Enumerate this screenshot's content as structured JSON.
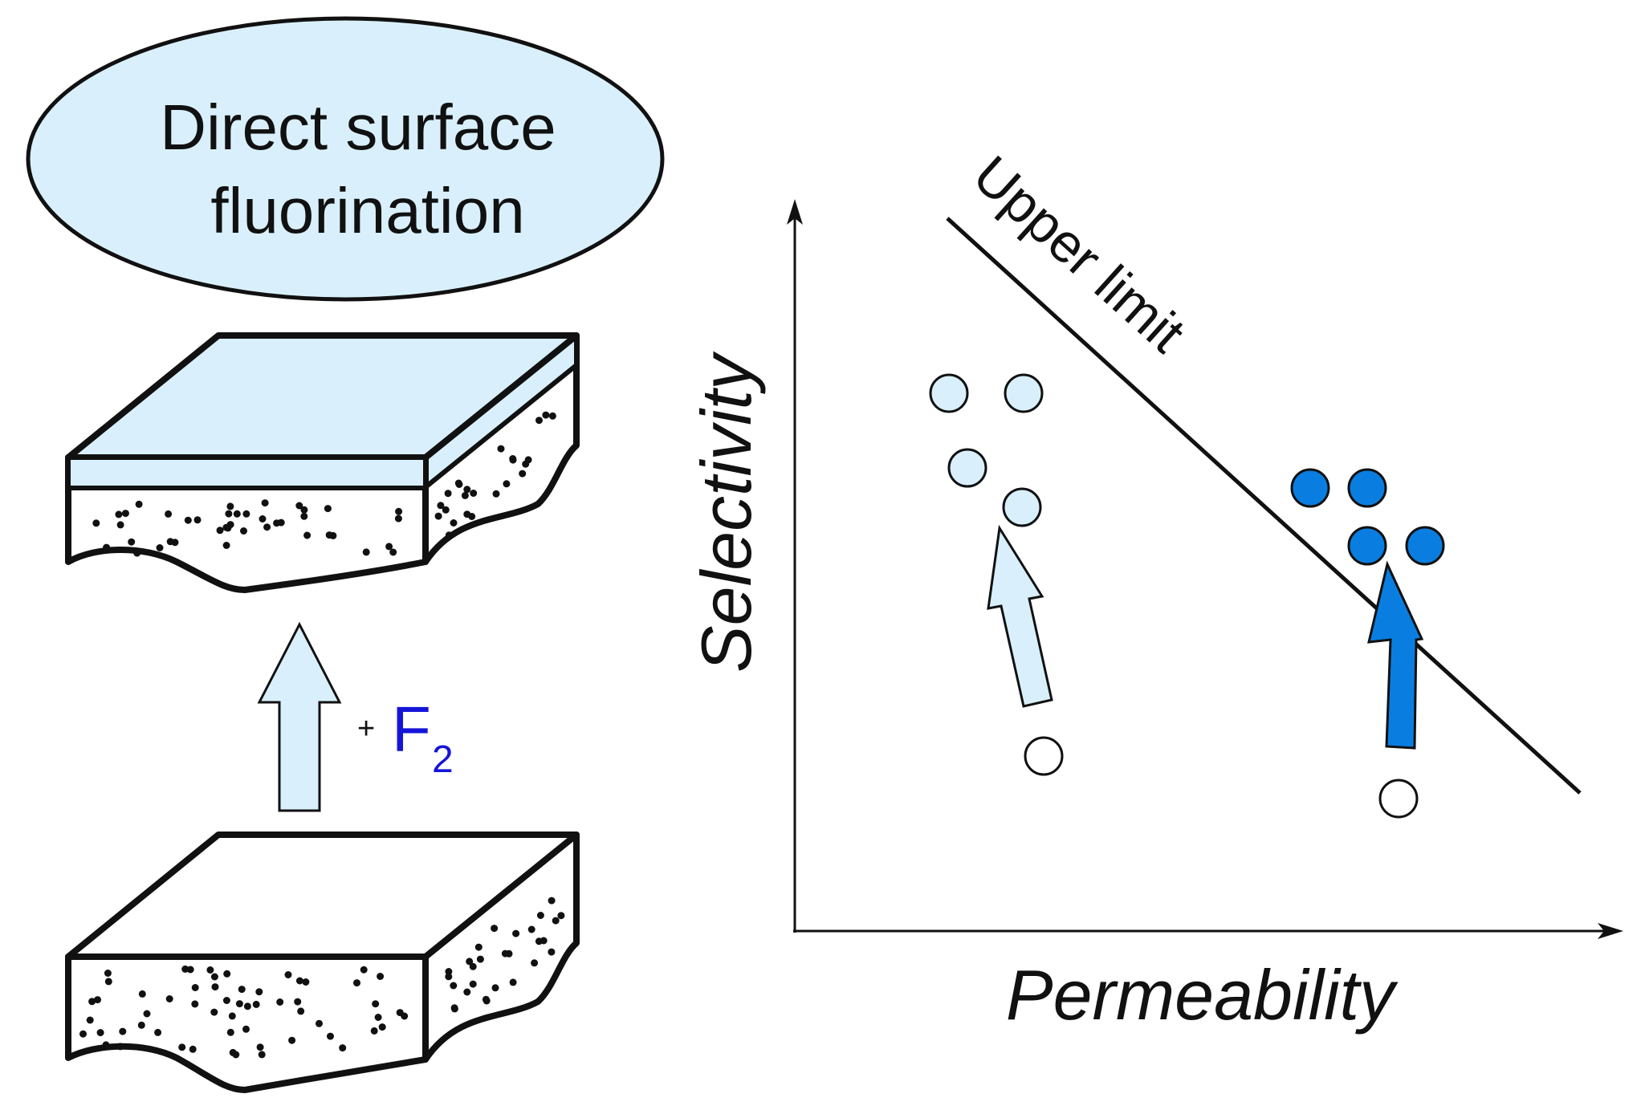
{
  "title_lines": [
    "Direct surface",
    "fluorination"
  ],
  "reagent": {
    "plus": "+",
    "symbol": "F",
    "subscript": "2"
  },
  "chart": {
    "y_axis_label": "Selectivity",
    "x_axis_label": "Permeability",
    "limit_label": "Upper limit"
  },
  "colors": {
    "ellipse_fill": "#d9f0fc",
    "fluorinated_layer": "#d9f0fc",
    "light_points": "#d9f0fc",
    "dark_points": "#0a7ee0",
    "reagent_text": "#1515d8",
    "outline": "#111111"
  }
}
